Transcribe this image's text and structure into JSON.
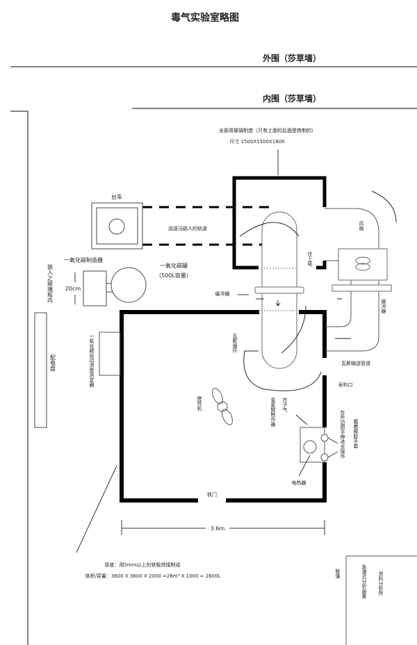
{
  "title": "毒气实验室略图",
  "outer_wall": "外围（莎草墙）",
  "inner_wall": "内围（莎草墙）",
  "glass_box": {
    "material": "全部用玻璃制造（只有上面的后面是铁制的）",
    "size": "尺寸 1500X1500X1800"
  },
  "cart": "台车",
  "track": "运送马路人的轨道",
  "co_generator": "一氧化碳制造器",
  "co_tank": "一氧化碳罐",
  "co_tank_capacity": "（500L容量）",
  "height_20cm": "20cm",
  "glass_bottle": "装入之玻璃瓶内",
  "buffer_left": "缓冲器",
  "suck_up": "往上吸",
  "buffer_right": "缓冲器",
  "fan": "风扇",
  "gas_circulation": "瓦斯循环",
  "gas_duct": "瓦斯输送管道",
  "sampling_port": "采料口",
  "co_meter": "一氧化碳自动浓度测定器",
  "switchboard": "配电盘",
  "mixer": "搅拌机",
  "hcn_maker": "氢氰酸制作器",
  "mustard": "芥子气",
  "hands_outside": "在外边把手伸进去操作",
  "rubber_gloves": "戴着橡胶手套",
  "heater": "电热器",
  "iron_door": "铁门",
  "width_dim": "3.6m",
  "thickness": "厚度：用5mm以上的铁板焊接制成",
  "volume": "体积/容量：3600 X 3600 X 2000 =26m³ X 1000 = 2600L",
  "tent": "帐篷",
  "analysis_office": "资料分析所",
  "rapid_analyzer": "急速式分析装置"
}
